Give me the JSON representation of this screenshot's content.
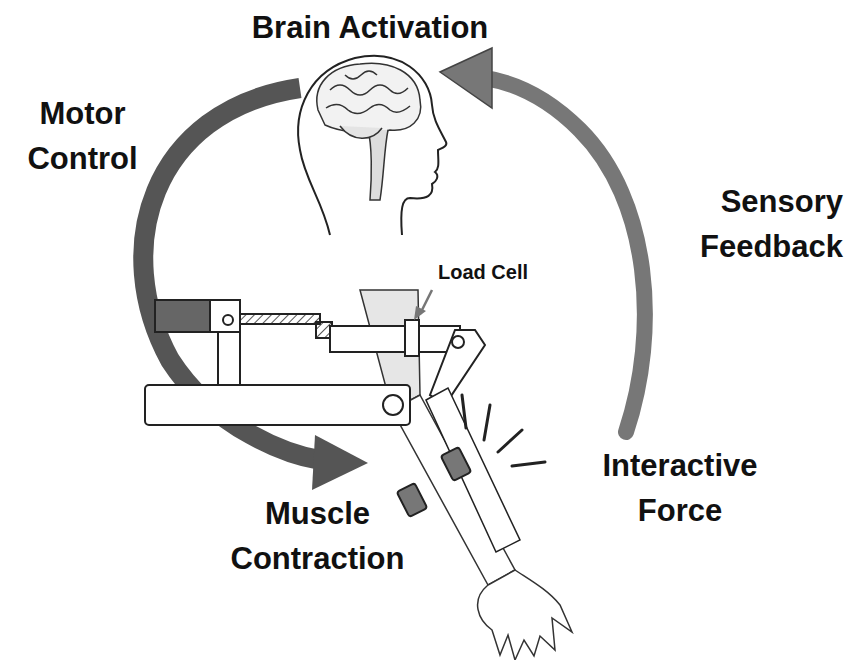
{
  "diagram": {
    "labels": [
      "Brain Activation",
      "Motor Control",
      "Sensory Feedback",
      "Load Cell",
      "Interactive Force",
      "Muscle Contraction"
    ]
  }
}
